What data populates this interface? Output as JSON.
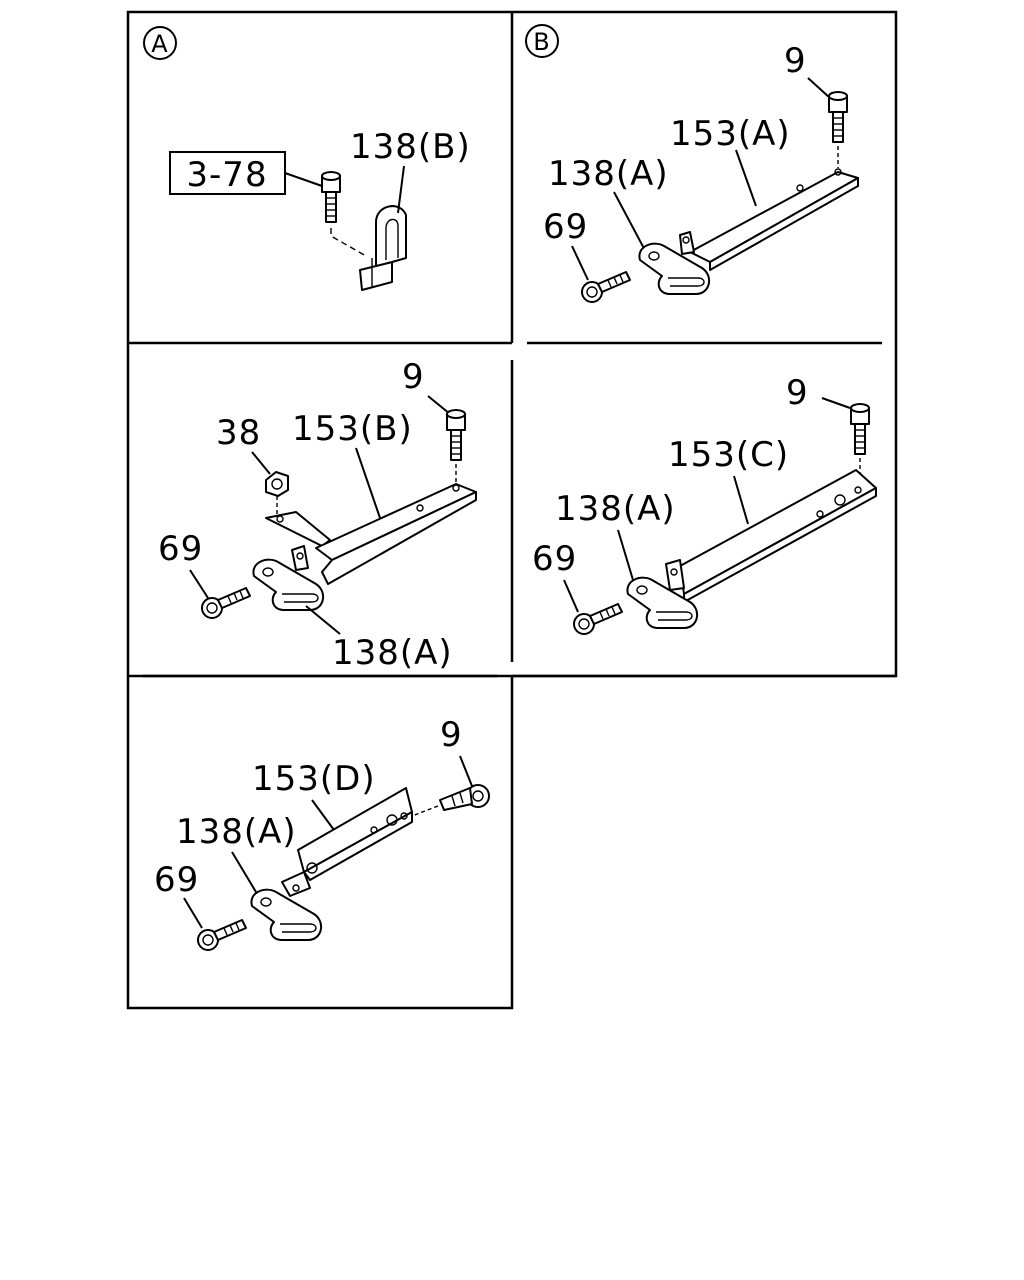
{
  "sections": {
    "a": {
      "marker": "A",
      "ref_box": "3-78",
      "labels": {
        "clip": "138(B)"
      }
    },
    "b": {
      "marker": "B",
      "labels": {
        "bolt_top": "9",
        "bracket": "153(A)",
        "clip": "138(A)",
        "bolt_side": "69"
      }
    },
    "c": {
      "labels": {
        "bolt_top": "9",
        "nut": "38",
        "bracket": "153(B)",
        "bolt_side": "69",
        "clip": "138(A)"
      }
    },
    "d": {
      "labels": {
        "bolt_top": "9",
        "bracket": "153(C)",
        "clip": "138(A)",
        "bolt_side": "69"
      }
    },
    "e": {
      "labels": {
        "bolt_top": "9",
        "bracket": "153(D)",
        "clip": "138(A)",
        "bolt_side": "69"
      }
    }
  }
}
